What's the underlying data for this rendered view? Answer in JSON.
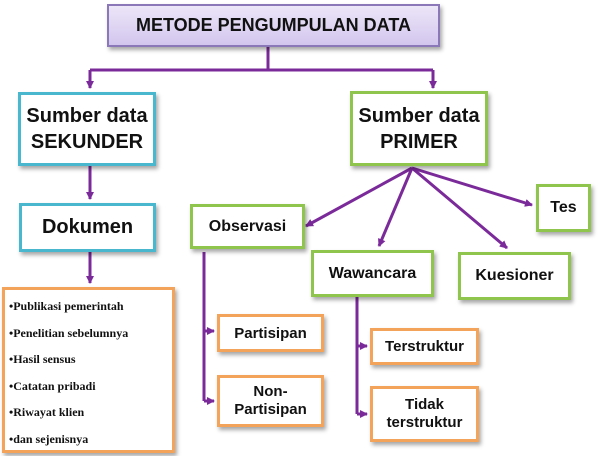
{
  "colors": {
    "connector": "#7b2a9a",
    "title_border": "#8a78b8",
    "secondary_border": "#49b8cf",
    "primary_border": "#8fc44d",
    "leaf_border": "#f3a35a"
  },
  "title": "METODE PENGUMPULAN DATA",
  "secondary": {
    "line1": "Sumber data",
    "line2": "SEKUNDER",
    "child": "Dokumen",
    "documents": [
      "•Publikasi pemerintah",
      "•Penelitian sebelumnya",
      "•Hasil sensus",
      "•Catatan pribadi",
      "•Riwayat klien",
      "•dan sejenisnya"
    ]
  },
  "primary": {
    "line1": "Sumber data",
    "line2": "PRIMER",
    "observation": {
      "label": "Observasi",
      "types": [
        {
          "line1": "Partisipan",
          "line2": ""
        },
        {
          "line1": "Non-",
          "line2": "Partisipan"
        }
      ]
    },
    "interview": {
      "label": "Wawancara",
      "types": [
        {
          "line1": "Terstruktur",
          "line2": ""
        },
        {
          "line1": "Tidak",
          "line2": "terstruktur"
        }
      ]
    },
    "questionnaire": "Kuesioner",
    "test": "Tes"
  }
}
